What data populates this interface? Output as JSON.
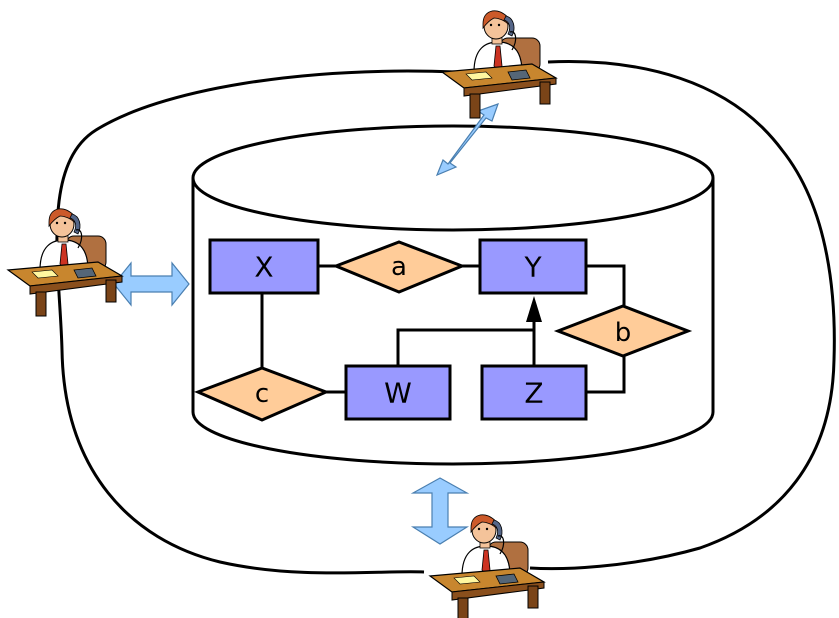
{
  "diagram": {
    "entities": [
      {
        "id": "x",
        "label": "X"
      },
      {
        "id": "y",
        "label": "Y"
      },
      {
        "id": "w",
        "label": "W"
      },
      {
        "id": "z",
        "label": "Z"
      }
    ],
    "relationships": [
      {
        "id": "a",
        "label": "a"
      },
      {
        "id": "b",
        "label": "b"
      },
      {
        "id": "c",
        "label": "c"
      }
    ],
    "links": [
      {
        "from": "x",
        "to": "a"
      },
      {
        "from": "a",
        "to": "y"
      },
      {
        "from": "y",
        "to": "b"
      },
      {
        "from": "z",
        "to": "b"
      },
      {
        "from": "x",
        "to": "c"
      },
      {
        "from": "c",
        "to": "w"
      },
      {
        "from": "w",
        "to": "y",
        "style": "arrow"
      },
      {
        "from": "z",
        "to": "y",
        "style": "arrow"
      }
    ],
    "users": [
      {
        "id": "top",
        "icon": "person-on-phone-at-desk-icon"
      },
      {
        "id": "left",
        "icon": "person-on-phone-at-desk-icon"
      },
      {
        "id": "bottom",
        "icon": "person-on-phone-at-desk-icon"
      }
    ],
    "colors": {
      "entity_fill": "#9999ff",
      "relationship_fill": "#ffcc99",
      "arrow_fill": "#99ccff",
      "outline": "#000000"
    }
  }
}
